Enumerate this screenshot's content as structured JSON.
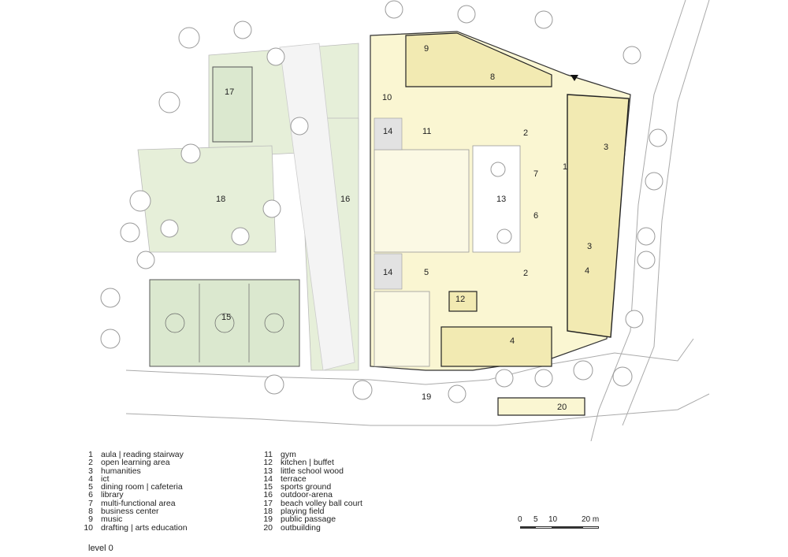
{
  "plan_labels": [
    "1",
    "2",
    "3",
    "4",
    "5",
    "6",
    "7",
    "8",
    "9",
    "10",
    "11",
    "12",
    "13",
    "14",
    "15",
    "16",
    "17",
    "18",
    "19",
    "20"
  ],
  "legend": [
    {
      "num": "1",
      "text": "aula | reading stairway"
    },
    {
      "num": "2",
      "text": "open learning area"
    },
    {
      "num": "3",
      "text": "humanities"
    },
    {
      "num": "4",
      "text": "ict"
    },
    {
      "num": "5",
      "text": "dining room | cafeteria"
    },
    {
      "num": "6",
      "text": "library"
    },
    {
      "num": "7",
      "text": "multi-functional area"
    },
    {
      "num": "8",
      "text": "business center"
    },
    {
      "num": "9",
      "text": "music"
    },
    {
      "num": "10",
      "text": "drafting | arts education"
    },
    {
      "num": "11",
      "text": "gym"
    },
    {
      "num": "12",
      "text": "kitchen | buffet"
    },
    {
      "num": "13",
      "text": "little school wood"
    },
    {
      "num": "14",
      "text": "terrace"
    },
    {
      "num": "15",
      "text": "sports ground"
    },
    {
      "num": "16",
      "text": "outdoor-arena"
    },
    {
      "num": "17",
      "text": "beach volley ball court"
    },
    {
      "num": "18",
      "text": "playing field"
    },
    {
      "num": "19",
      "text": "public passage"
    },
    {
      "num": "20",
      "text": "outbuilding"
    }
  ],
  "scale": {
    "marks": [
      "0",
      "5",
      "10",
      "20 m"
    ]
  },
  "level_label": "level 0",
  "colors": {
    "interior": "#faf6d2",
    "interior_dark": "#f2eab2",
    "grass": "#e6efd9",
    "sports": "#dbe8cf",
    "walls": "#222222",
    "trees": "#9a9a9a"
  }
}
